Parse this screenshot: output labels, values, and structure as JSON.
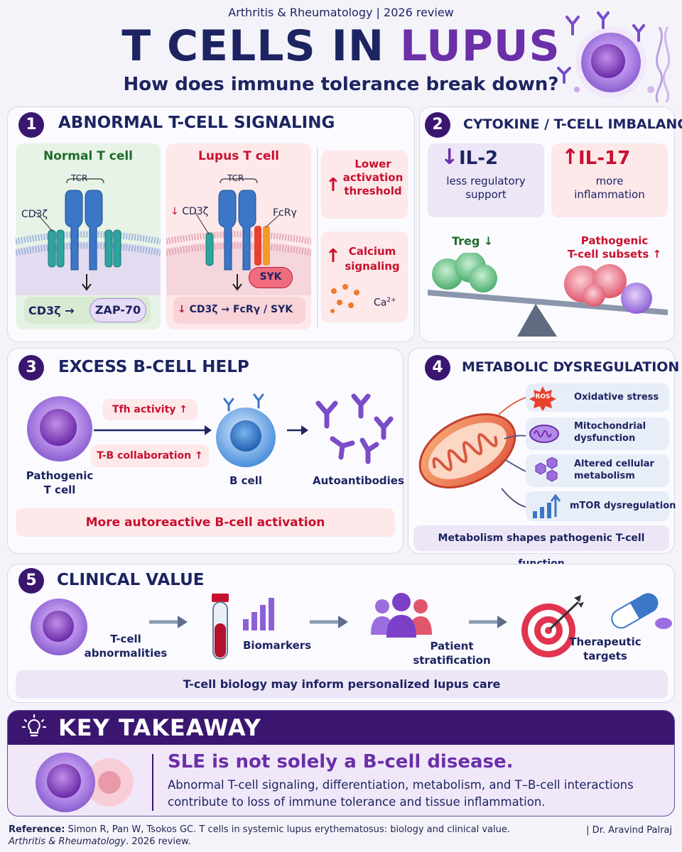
{
  "header": {
    "journal": "Arthritis & Rheumatology | 2026 review",
    "title_part1": "T CELLS IN ",
    "title_part2": "LUPUS",
    "subtitle": "How does immune tolerance break down?"
  },
  "panel1": {
    "number": "1",
    "title": "ABNORMAL T-CELL SIGNALING",
    "normal": {
      "heading": "Normal T cell",
      "tcr": "TCR",
      "cd3z": "CD3ζ",
      "path_from": "CD3ζ →",
      "path_to": "ZAP-70"
    },
    "lupus": {
      "heading": "Lupus T cell",
      "tcr": "TCR",
      "cd3z": "CD3ζ",
      "fcry": "FcRγ",
      "syk": "SYK",
      "path": "CD3ζ → FcRγ / SYK"
    },
    "side_boxes": [
      {
        "text_lines": [
          "Lower",
          "activation",
          "threshold"
        ]
      },
      {
        "text_lines": [
          "Calcium",
          "signaling"
        ],
        "ca_label": "Ca"
      }
    ]
  },
  "panel2": {
    "number": "2",
    "title": "CYTOKINE / T-CELL IMBALANCE",
    "il2": {
      "name": "IL-2",
      "desc_lines": [
        "less regulatory",
        "support"
      ]
    },
    "il17": {
      "name": "IL-17",
      "desc_lines": [
        "more",
        "inflammation"
      ]
    },
    "treg": "Treg",
    "pathogenic_lines": [
      "Pathogenic",
      "T-cell subsets"
    ]
  },
  "panel3": {
    "number": "3",
    "title": "EXCESS B-CELL HELP",
    "pathogenic_lines": [
      "Pathogenic",
      "T cell"
    ],
    "tfh": "Tfh activity",
    "tb": "T-B collaboration",
    "bcell": "B cell",
    "autoantibodies": "Autoantibodies",
    "banner": "More autoreactive B-cell activation"
  },
  "panel4": {
    "number": "4",
    "title": "METABOLIC DYSREGULATION",
    "ros": "ROS",
    "items": [
      {
        "lines": [
          "Oxidative stress"
        ]
      },
      {
        "lines": [
          "Mitochondrial",
          "dysfunction"
        ]
      },
      {
        "lines": [
          "Altered cellular",
          "metabolism"
        ]
      },
      {
        "lines": [
          "mTOR dysregulation"
        ]
      }
    ],
    "banner": "Metabolism shapes pathogenic T-cell function"
  },
  "panel5": {
    "number": "5",
    "title": "CLINICAL VALUE",
    "steps": [
      {
        "lines": [
          "T-cell",
          "abnormalities"
        ]
      },
      {
        "lines": [
          "Biomarkers"
        ]
      },
      {
        "lines": [
          "Patient",
          "stratification"
        ]
      },
      {
        "lines": [
          "Therapeutic",
          "targets"
        ]
      }
    ],
    "banner": "T-cell biology may inform personalized lupus care"
  },
  "takeaway": {
    "title": "KEY TAKEAWAY",
    "headline": "SLE is not solely a B-cell disease.",
    "body_lines": [
      "Abnormal T-cell signaling, differentiation, metabolism, and T–B-cell interactions",
      "contribute to loss of immune tolerance and tissue inflammation."
    ]
  },
  "footer": {
    "ref_label": "Reference:",
    "ref_text": "Simon R, Pan W, Tsokos GC. T cells in systemic lupus erythematosus: biology and clinical value.",
    "ref_journal": "Arthritis & Rheumatology",
    "ref_year": ". 2026 review.",
    "author": "|   Dr. Aravind Palraj"
  },
  "colors": {
    "navy": "#1d2461",
    "purple": "#6b2fa8",
    "red": "#c8102e",
    "green": "#1d6b2c",
    "dark_banner": "#3a1670"
  }
}
